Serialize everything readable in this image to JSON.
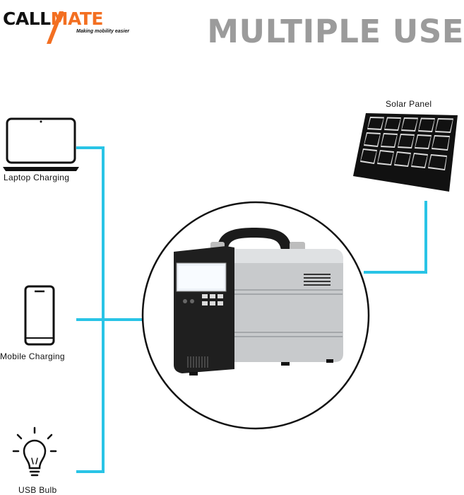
{
  "brand": {
    "name_part1": "CALL",
    "name_part2": "MATE",
    "tagline": "Making mobility easier",
    "accent_color": "#f36f21"
  },
  "headline": "MULTIPLE USE",
  "devices": {
    "laptop": {
      "label": "Laptop Charging",
      "icon": "laptop-icon"
    },
    "mobile": {
      "label": "Mobile Charging",
      "icon": "smartphone-icon"
    },
    "bulb": {
      "label": "USB Bulb",
      "icon": "lightbulb-icon"
    },
    "solar": {
      "label": "Solar Panel",
      "icon": "solar-panel-icon"
    }
  },
  "product": {
    "icon": "portable-power-station-icon"
  },
  "colors": {
    "connector_line": "#29c4e6",
    "headline": "#9b9b9b"
  }
}
